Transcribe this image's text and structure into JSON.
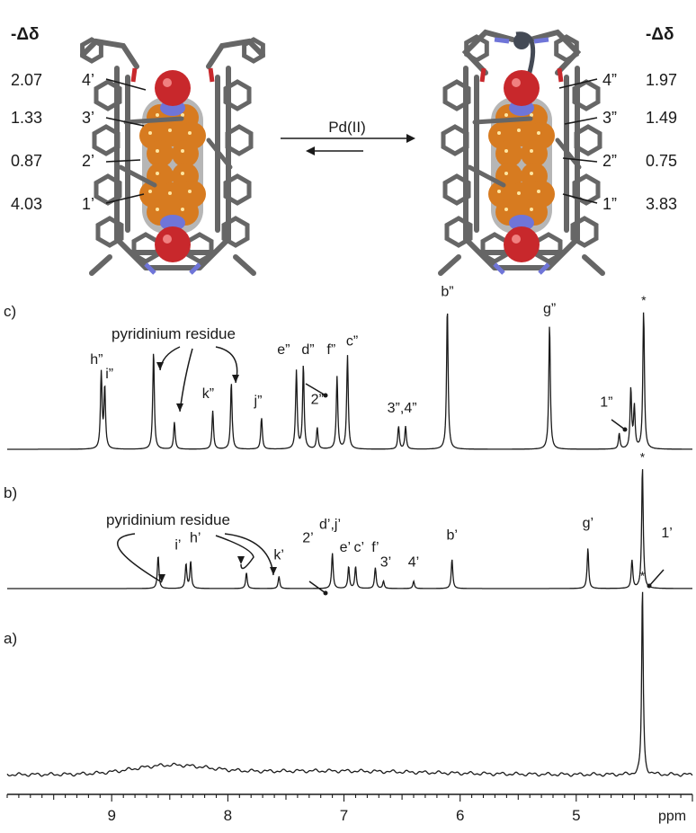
{
  "structures": {
    "left": {
      "delta_header": "-Δδ",
      "rows": [
        {
          "label": "4’",
          "delta": "2.07"
        },
        {
          "label": "3’",
          "delta": "1.33"
        },
        {
          "label": "2’",
          "delta": "0.87"
        },
        {
          "label": "1’",
          "delta": "4.03"
        }
      ]
    },
    "right": {
      "delta_header": "-Δδ",
      "rows": [
        {
          "label": "4”",
          "delta": "1.97"
        },
        {
          "label": "3”",
          "delta": "1.49"
        },
        {
          "label": "2”",
          "delta": "0.75"
        },
        {
          "label": "1”",
          "delta": "3.83"
        }
      ]
    },
    "reaction_label": "Pd(II)"
  },
  "chart_data": {
    "type": "line",
    "xlabel": "ppm",
    "x_reversed": true,
    "xlim": [
      9.9,
      4.0
    ],
    "x_ticks": [
      9,
      8,
      7,
      6,
      5
    ],
    "spectra": [
      {
        "panel": "c)",
        "annotation": "pyridinium residue",
        "peaks": [
          {
            "ppm": 9.09,
            "height": 0.53
          },
          {
            "ppm": 9.06,
            "height": 0.43
          },
          {
            "ppm": 8.64,
            "height": 0.69
          },
          {
            "ppm": 8.46,
            "height": 0.19
          },
          {
            "ppm": 8.13,
            "height": 0.27
          },
          {
            "ppm": 7.97,
            "height": 0.47
          },
          {
            "ppm": 7.71,
            "height": 0.22
          },
          {
            "ppm": 7.41,
            "height": 0.55
          },
          {
            "ppm": 7.35,
            "height": 0.59
          },
          {
            "ppm": 7.23,
            "height": 0.15
          },
          {
            "ppm": 7.06,
            "height": 0.51
          },
          {
            "ppm": 6.97,
            "height": 0.66
          },
          {
            "ppm": 6.53,
            "height": 0.16
          },
          {
            "ppm": 6.47,
            "height": 0.16
          },
          {
            "ppm": 6.11,
            "height": 1.0
          },
          {
            "ppm": 5.23,
            "height": 0.88
          },
          {
            "ppm": 4.63,
            "height": 0.11
          },
          {
            "ppm": 4.53,
            "height": 0.42
          },
          {
            "ppm": 4.5,
            "height": 0.29
          },
          {
            "ppm": 4.42,
            "height": 0.97
          }
        ],
        "labels": [
          {
            "text": "h”",
            "ppm": 9.13,
            "height": 0.6
          },
          {
            "text": "i”",
            "ppm": 9.02,
            "height": 0.5
          },
          {
            "text": "k”",
            "ppm": 8.17,
            "height": 0.36
          },
          {
            "text": "j”",
            "ppm": 7.74,
            "height": 0.31
          },
          {
            "text": "e”",
            "ppm": 7.52,
            "height": 0.67
          },
          {
            "text": "d”",
            "ppm": 7.31,
            "height": 0.67
          },
          {
            "text": "2”",
            "ppm": 7.23,
            "height": 0.32
          },
          {
            "text": "f”",
            "ppm": 7.11,
            "height": 0.67
          },
          {
            "text": "c”",
            "ppm": 6.93,
            "height": 0.73
          },
          {
            "text": "3”,4”",
            "ppm": 6.5,
            "height": 0.26
          },
          {
            "text": "b”",
            "ppm": 6.11,
            "height": 1.08
          },
          {
            "text": "g”",
            "ppm": 5.23,
            "height": 0.96
          },
          {
            "text": "1”",
            "ppm": 4.74,
            "height": 0.3
          },
          {
            "text": "*",
            "ppm": 4.42,
            "height": 1.02
          }
        ]
      },
      {
        "panel": "b)",
        "annotation": "pyridinium residue",
        "peaks": [
          {
            "ppm": 8.6,
            "height": 0.27
          },
          {
            "ppm": 8.36,
            "height": 0.2
          },
          {
            "ppm": 8.32,
            "height": 0.22
          },
          {
            "ppm": 7.84,
            "height": 0.13
          },
          {
            "ppm": 7.56,
            "height": 0.1
          },
          {
            "ppm": 7.1,
            "height": 0.29
          },
          {
            "ppm": 6.96,
            "height": 0.18
          },
          {
            "ppm": 6.9,
            "height": 0.18
          },
          {
            "ppm": 6.73,
            "height": 0.17
          },
          {
            "ppm": 6.66,
            "height": 0.06
          },
          {
            "ppm": 6.4,
            "height": 0.06
          },
          {
            "ppm": 6.07,
            "height": 0.24
          },
          {
            "ppm": 4.9,
            "height": 0.33
          },
          {
            "ppm": 4.52,
            "height": 0.23
          },
          {
            "ppm": 4.43,
            "height": 1.0
          }
        ],
        "labels": [
          {
            "text": "i’",
            "ppm": 8.43,
            "height": 0.32
          },
          {
            "text": "h’",
            "ppm": 8.28,
            "height": 0.38
          },
          {
            "text": "k’",
            "ppm": 7.56,
            "height": 0.24
          },
          {
            "text": "2’",
            "ppm": 7.31,
            "height": 0.38
          },
          {
            "text": "d’,j’",
            "ppm": 7.12,
            "height": 0.49
          },
          {
            "text": "e’",
            "ppm": 6.99,
            "height": 0.3
          },
          {
            "text": "c’",
            "ppm": 6.87,
            "height": 0.3
          },
          {
            "text": "f’",
            "ppm": 6.73,
            "height": 0.3
          },
          {
            "text": "3’",
            "ppm": 6.64,
            "height": 0.18
          },
          {
            "text": "4’",
            "ppm": 6.4,
            "height": 0.18
          },
          {
            "text": "b’",
            "ppm": 6.07,
            "height": 0.4
          },
          {
            "text": "g’",
            "ppm": 4.9,
            "height": 0.5
          },
          {
            "text": "1’",
            "ppm": 4.22,
            "height": 0.42
          },
          {
            "text": "*",
            "ppm": 4.43,
            "height": 1.04
          }
        ]
      },
      {
        "panel": "a)",
        "peaks": [
          {
            "ppm": 4.43,
            "height": 1.0
          }
        ],
        "labels": [
          {
            "text": "*",
            "ppm": 4.43,
            "height": 1.04
          }
        ]
      }
    ]
  },
  "colors": {
    "stick": "#666666",
    "oxygen": "#c8282c",
    "nitrogen": "#6f75d8",
    "carbon": "#d77b20",
    "hydrogen": "#b6b6b6",
    "ink": "#1a1a1a"
  }
}
